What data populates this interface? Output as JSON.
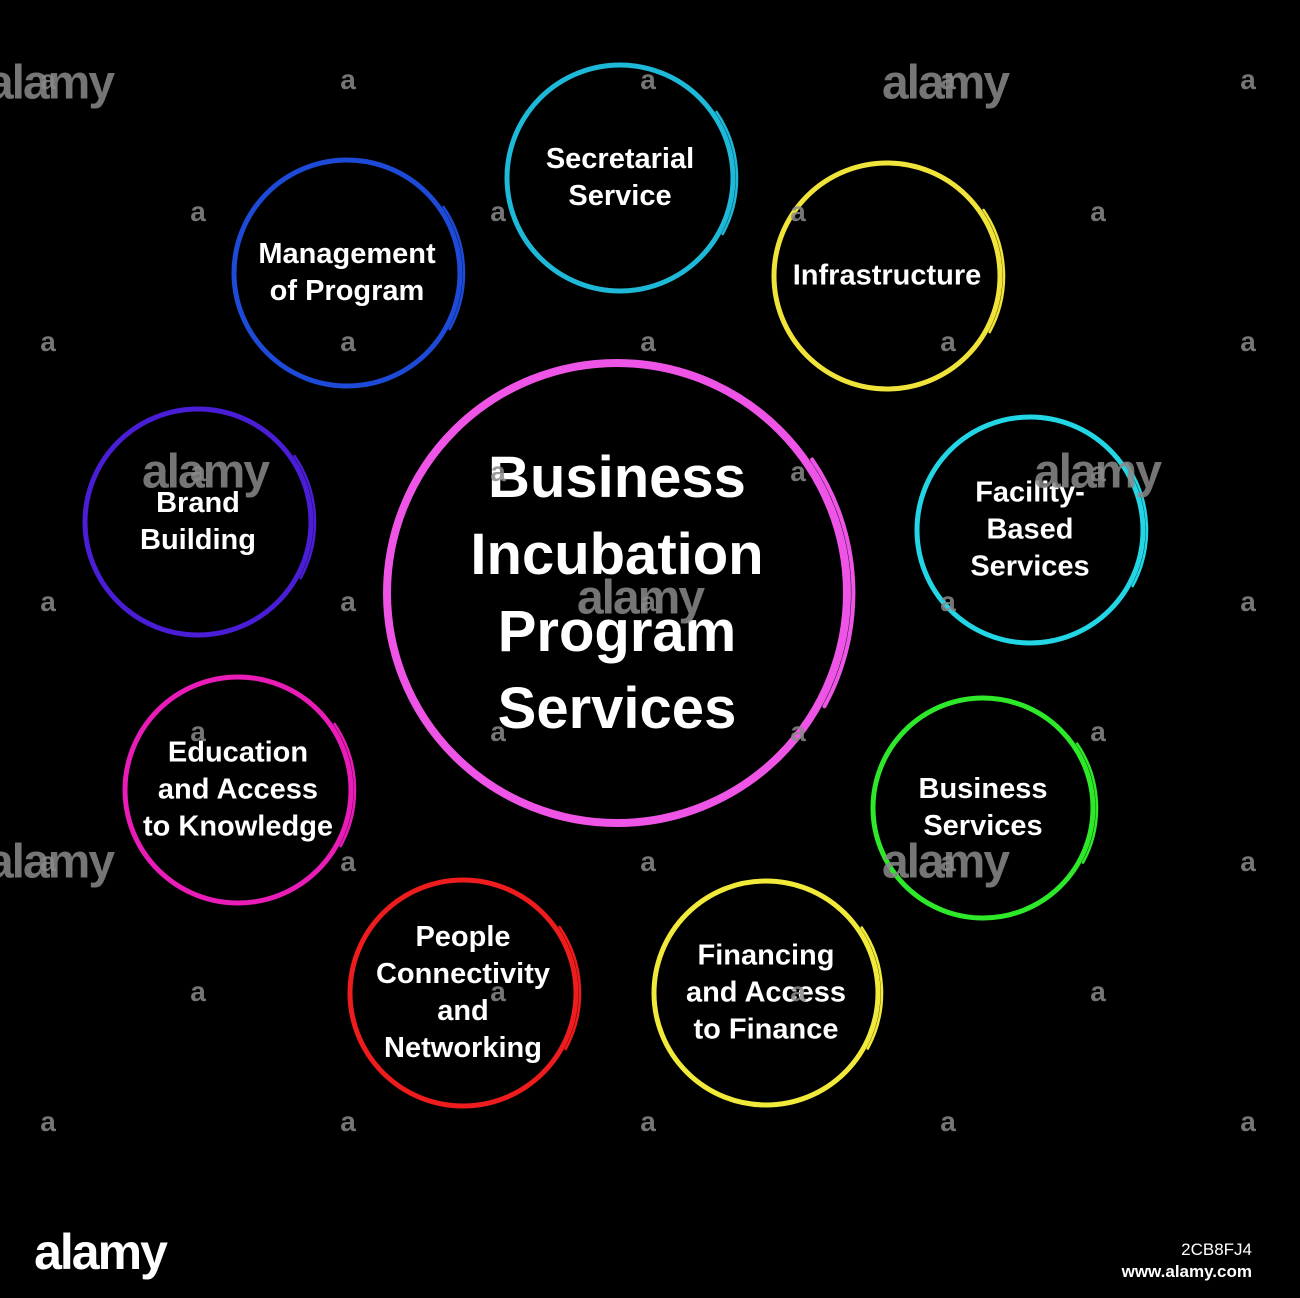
{
  "center": {
    "label": "Business\nIncubation\nProgram\nServices",
    "color": "#ee55e6"
  },
  "nodes": [
    {
      "label": "Secretarial\nService",
      "color": "#1eb9d8"
    },
    {
      "label": "Infrastructure",
      "color": "#f0e43a"
    },
    {
      "label": "Facility-\nBased\nServices",
      "color": "#22d6e6"
    },
    {
      "label": "Business\nServices",
      "color": "#2ee82a"
    },
    {
      "label": "Financing\nand Access\nto Finance",
      "color": "#f2ea3a"
    },
    {
      "label": "People\nConnectivity\nand\nNetworking",
      "color": "#ee1c1c"
    },
    {
      "label": "Education\nand Access\nto Knowledge",
      "color": "#ea1cb8"
    },
    {
      "label": "Brand\nBuilding",
      "color": "#4a1ed6"
    },
    {
      "label": "Management\nof Program",
      "color": "#1e4ad8"
    }
  ],
  "watermark": {
    "logo": "alamy",
    "mark": "a"
  },
  "footer": {
    "logo": "alamy",
    "image_id": "2CB8FJ4",
    "url": "www.alamy.com"
  }
}
